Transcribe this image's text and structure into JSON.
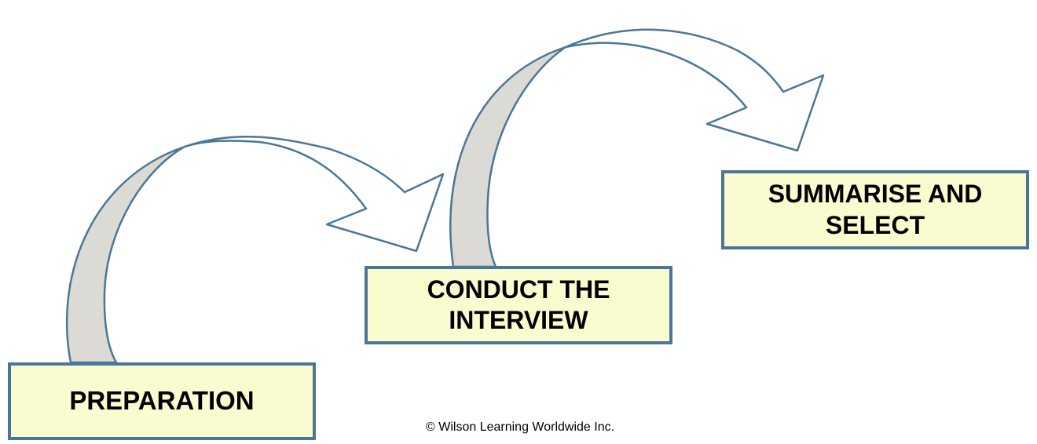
{
  "colors": {
    "box_fill": "#fbfbd0",
    "box_border": "#4a7797",
    "arrow_shadow": "#dcdad4",
    "arrow_outline": "#4a7797",
    "arrow_face": "#ffffff"
  },
  "steps": [
    {
      "label": "PREPARATION"
    },
    {
      "label_line1": "CONDUCT THE",
      "label_line2": "INTERVIEW"
    },
    {
      "label_line1": "SUMMARISE AND",
      "label_line2": "SELECT"
    }
  ],
  "arrows": [
    {
      "from": "PREPARATION",
      "to": "CONDUCT THE INTERVIEW"
    },
    {
      "from": "CONDUCT THE INTERVIEW",
      "to": "SUMMARISE AND SELECT"
    }
  ],
  "footer": {
    "copyright": "© Wilson Learning Worldwide Inc."
  }
}
